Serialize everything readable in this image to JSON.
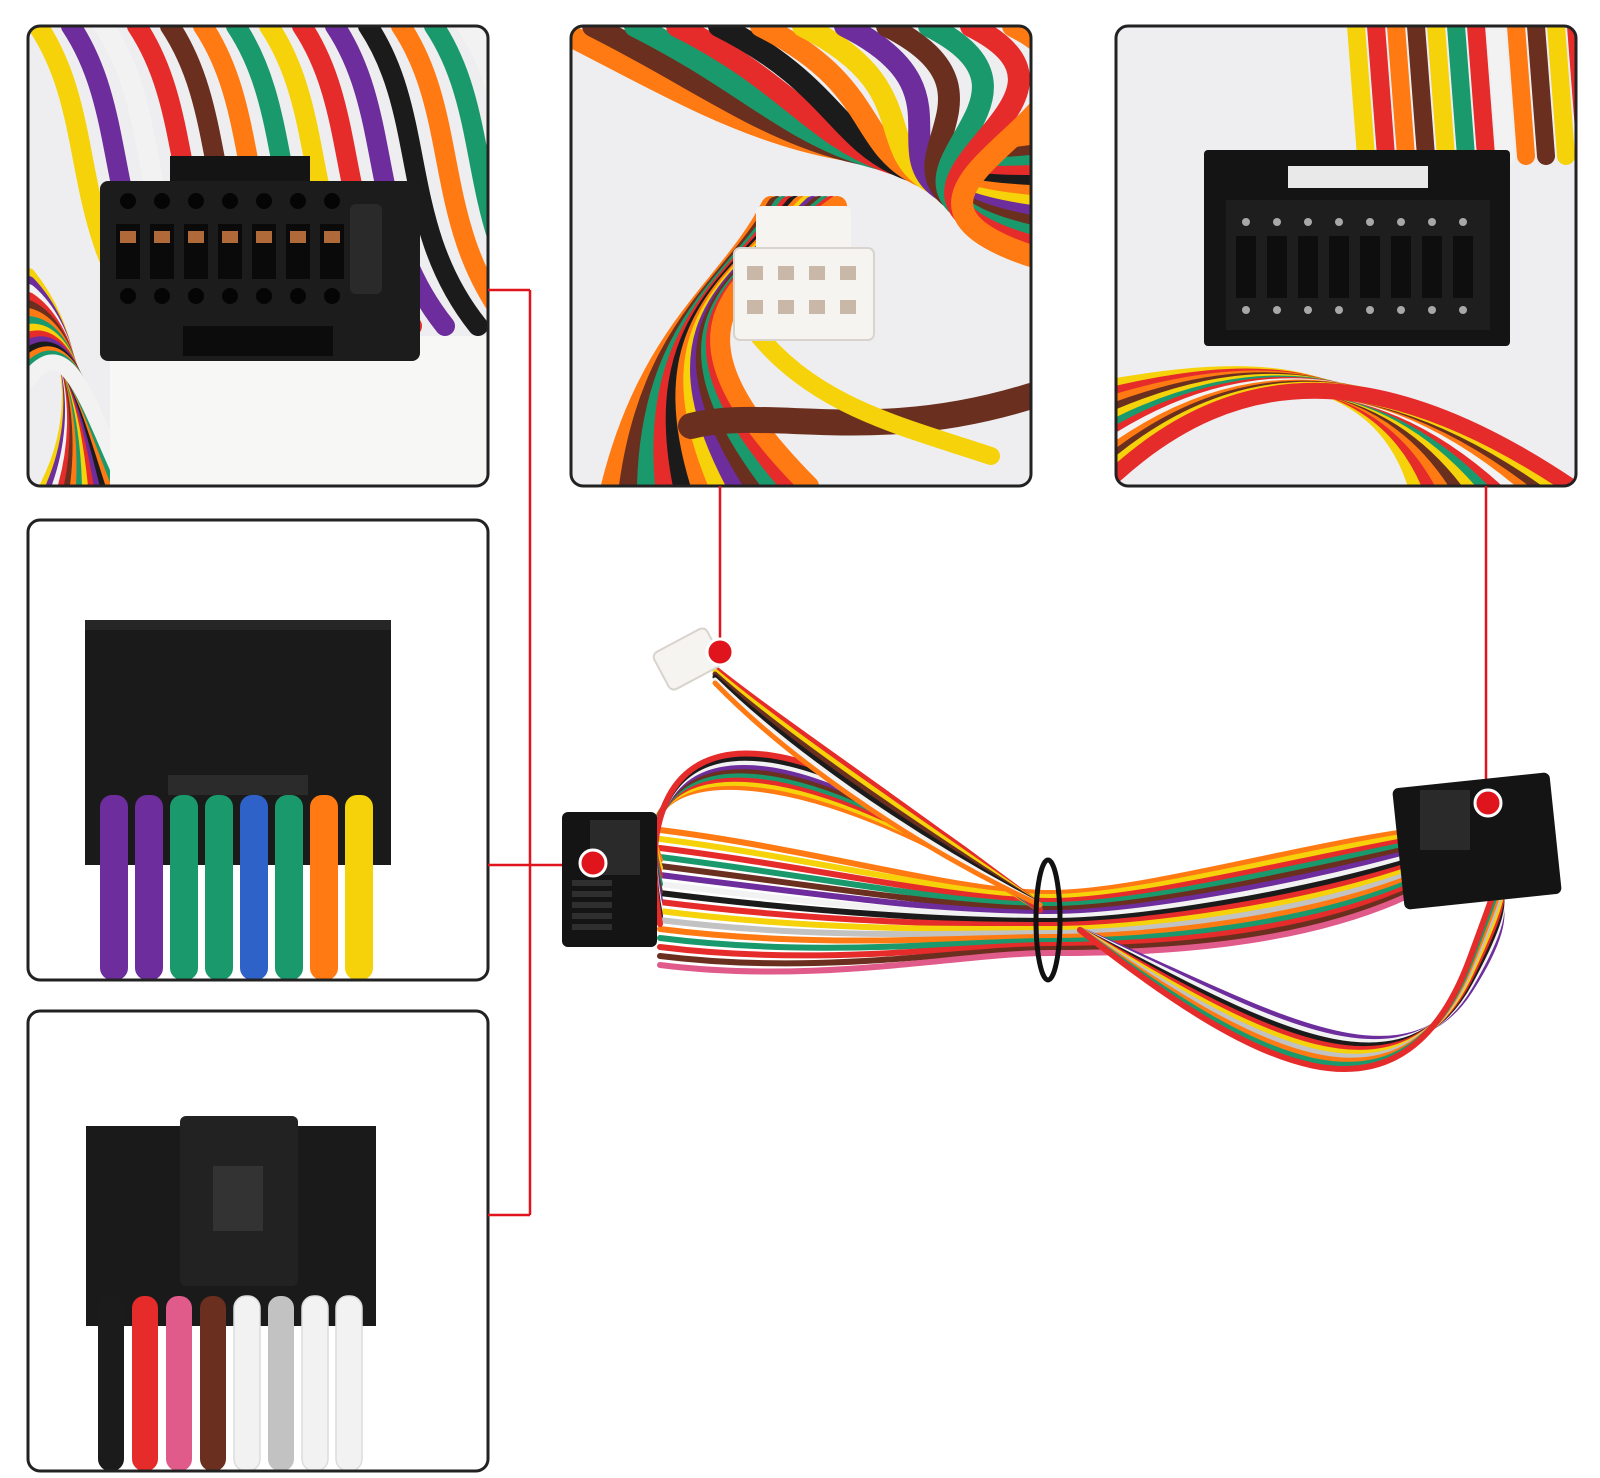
{
  "palette": {
    "background": "#ffffff",
    "frame": "#222222",
    "panel_bg": "#eeeef0",
    "leader_line": "#e0141c",
    "marker_dot": "#e0141c",
    "connector_black": "#141414",
    "connector_white": "#f6f4f1"
  },
  "wire_colors": [
    "#e62b2b",
    "#f5d20a",
    "#ff7a12",
    "#1a9a6c",
    "#6e2d9c",
    "#6a2f1e",
    "#1b1b1b",
    "#f2f2f2",
    "#2e62c8",
    "#c2c2c2",
    "#e05a8a"
  ],
  "panels": {
    "top_left": {
      "subject": "16-pin-black-connector-face"
    },
    "top_middle": {
      "subject": "12-pin-white-connector"
    },
    "top_right": {
      "subject": "16-pin-black-connector-face"
    },
    "middle_left": {
      "subject": "black-connector-side-with-wires"
    },
    "bottom_left": {
      "subject": "black-connector-with-latch"
    }
  },
  "harness": {
    "subject": "car-stereo-wiring-harness"
  }
}
